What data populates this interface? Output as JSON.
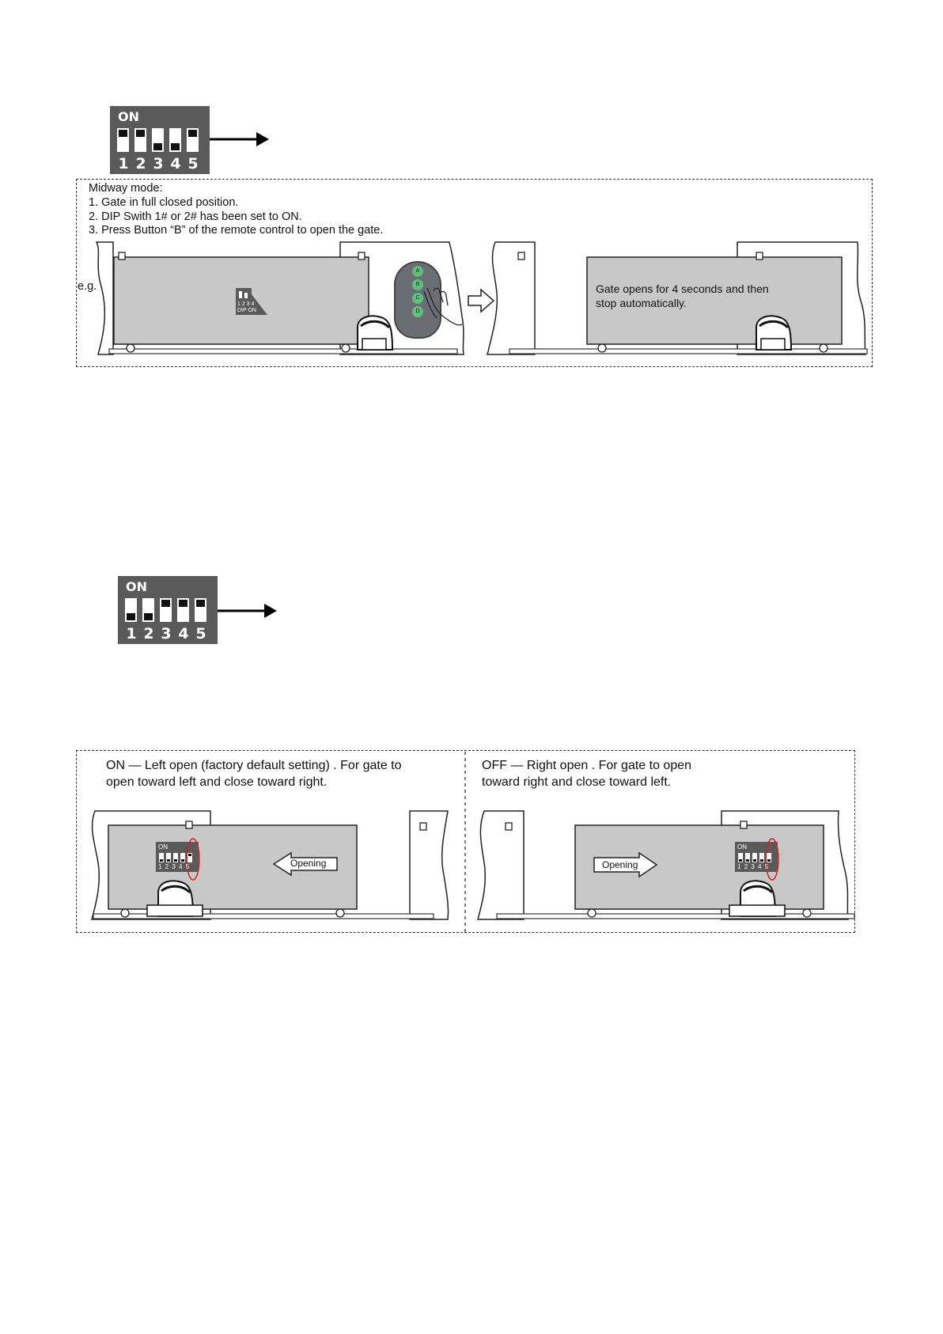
{
  "dip_top": {
    "on_label": "ON",
    "numbers": [
      "1",
      "2",
      "3",
      "4",
      "5"
    ]
  },
  "midway": {
    "title": "Midway mode:",
    "steps": [
      "1. Gate in full closed position.",
      "2. DIP Swith 1# or 2# has been set to ON.",
      "3. Press Button “B” of the remote control to open the gate."
    ],
    "eg": "e.g.",
    "mini_dip_numbers": "1 2 3 4",
    "mini_dip_label": "DIP   ON",
    "remote_buttons": [
      "A",
      "B",
      "C",
      "D"
    ],
    "result_line1": "Gate opens for 4 seconds and then",
    "result_line2": "stop automatically."
  },
  "dip_bottom": {
    "on_label": "ON",
    "numbers": [
      "1",
      "2",
      "3",
      "4",
      "5"
    ]
  },
  "direction": {
    "left_line1": "ON — Left open (factory default setting) . For gate to",
    "left_line2": "open toward left and close toward right.",
    "right_line1": "OFF — Right open . For gate to open",
    "right_line2": "toward right and close toward left.",
    "opening_label": "Opening",
    "small_on": "ON",
    "small_nums": "1 2 3 4 5"
  }
}
